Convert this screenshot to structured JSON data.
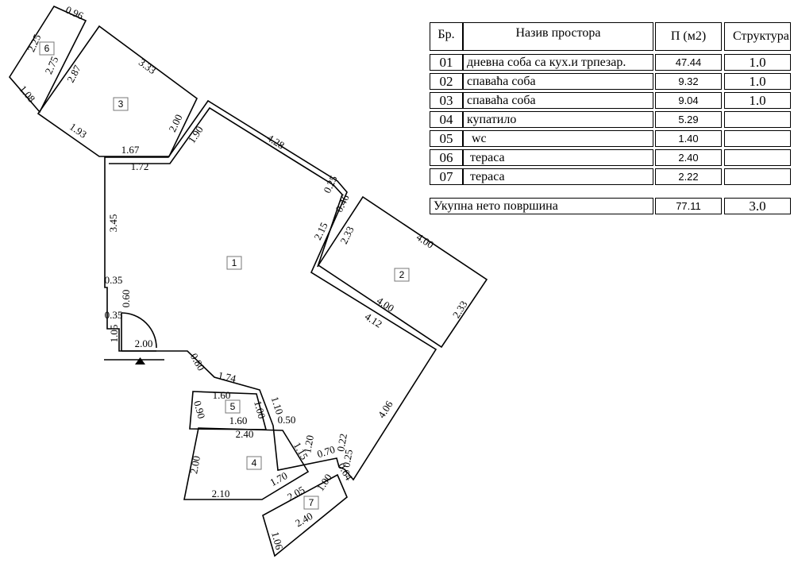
{
  "table": {
    "headers": {
      "num": "Бр.",
      "name": "Назив простора",
      "area": "П (м2)",
      "structure": "Структура"
    },
    "rows": [
      {
        "num": "01",
        "name": "дневна соба са кух.и трпезар.",
        "area": "47.44",
        "structure": "1.0"
      },
      {
        "num": "02",
        "name": "спаваћа соба",
        "area": "9.32",
        "structure": "1.0"
      },
      {
        "num": "03",
        "name": "спаваћа соба",
        "area": "9.04",
        "structure": "1.0"
      },
      {
        "num": "04",
        "name": "купатило",
        "area": "5.29",
        "structure": ""
      },
      {
        "num": "05",
        "name": "wc",
        "area": "1.40",
        "structure": ""
      },
      {
        "num": "06",
        "name": "тераса",
        "area": "2.40",
        "structure": ""
      },
      {
        "num": "07",
        "name": "тераса",
        "area": "2.22",
        "structure": ""
      }
    ],
    "total": {
      "label": "Укупна нето површина",
      "area": "77.11",
      "structure": "3.0"
    }
  },
  "plan": {
    "rooms": [
      "1",
      "2",
      "3",
      "4",
      "5",
      "6",
      "7"
    ],
    "dimensions": [
      "0.96",
      "2.25",
      "2.75",
      "1.08",
      "3.33",
      "2.87",
      "2.00",
      "1.93",
      "1.67",
      "1.72",
      "1.90",
      "4.28",
      "0.25",
      "0.46",
      "2.15",
      "2.33",
      "4.00",
      "4.00",
      "2.33",
      "4.12",
      "3.45",
      "0.35",
      "0.60",
      "0.35",
      "1.05",
      "2.00",
      "0.80",
      "1.74",
      "1.60",
      "1.60",
      "0.90",
      "1.00",
      "1.10",
      "0.50",
      "2.40",
      "1.20",
      "1.15",
      "0.22",
      "0.70",
      "0.25",
      "2.00",
      "1.70",
      "0.64",
      "4.06",
      "2.10",
      "1.00",
      "2.05",
      "2.40",
      "1.06"
    ]
  }
}
